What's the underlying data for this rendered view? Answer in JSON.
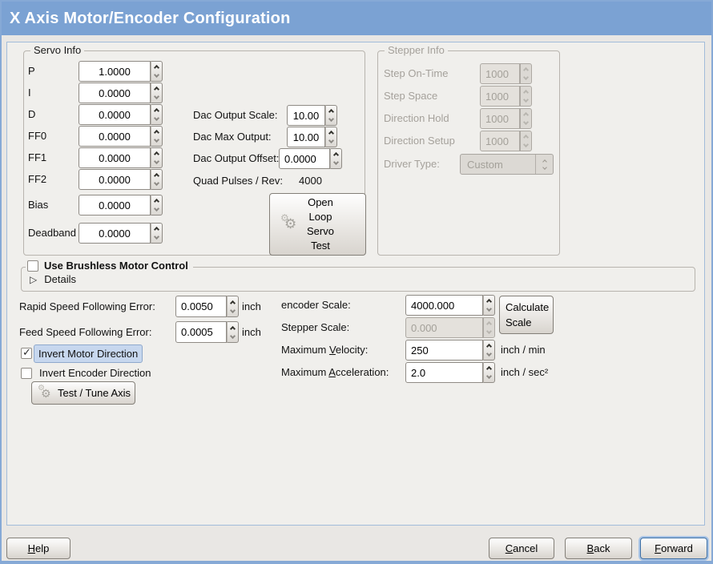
{
  "window": {
    "title": "X Axis Motor/Encoder Configuration"
  },
  "colors": {
    "titlebar_blue": "#7ba2d3",
    "window_border_blue": "#86a9d6",
    "panel_bg": "#f0efec",
    "focus_ring_blue": "#a8c4e6",
    "selection_highlight_blue": "#c7d7ee"
  },
  "icons": {
    "gears": "⚙",
    "check": "✓",
    "expander": "▷"
  },
  "servo_info": {
    "legend": "Servo Info",
    "rows": [
      {
        "label": "P",
        "value": "1.0000"
      },
      {
        "label": "I",
        "value": "0.0000"
      },
      {
        "label": "D",
        "value": "0.0000"
      },
      {
        "label": "FF0",
        "value": "0.0000"
      },
      {
        "label": "FF1",
        "value": "0.0000"
      },
      {
        "label": "FF2",
        "value": "0.0000"
      },
      {
        "label": "Bias",
        "value": "0.0000"
      },
      {
        "label": "Deadband",
        "value": "0.0000"
      }
    ],
    "dac_output_scale": {
      "label": "Dac Output Scale:",
      "value": "10.00"
    },
    "dac_max_output": {
      "label": "Dac Max Output:",
      "value": "10.00"
    },
    "dac_output_offset": {
      "label": "Dac Output Offset:",
      "value": "0.0000"
    },
    "quad_pulses": {
      "label": "Quad Pulses / Rev:",
      "value": "4000"
    },
    "open_loop_button": {
      "l1": "Open",
      "l2": "Loop",
      "l3": "Servo",
      "l4": "Test"
    }
  },
  "stepper_info": {
    "legend": "Stepper Info",
    "rows": [
      {
        "label": "Step On-Time",
        "value": "1000"
      },
      {
        "label": "Step Space",
        "value": "1000"
      },
      {
        "label": "Direction Hold",
        "value": "1000"
      },
      {
        "label": "Direction Setup",
        "value": "1000"
      }
    ],
    "driver_type": {
      "label": "Driver Type:",
      "value": "Custom"
    }
  },
  "brushless": {
    "checkbox_label": "Use Brushless Motor Control",
    "details_label": "Details"
  },
  "following_error": {
    "rapid": {
      "label": "Rapid Speed Following Error:",
      "value": "0.0050",
      "unit": "inch"
    },
    "feed": {
      "label": "Feed Speed Following Error:",
      "value": "0.0005",
      "unit": "inch"
    }
  },
  "scaling": {
    "encoder_scale": {
      "label": "encoder Scale:",
      "value": "4000.000"
    },
    "calculate_button": {
      "l1": "Calculate",
      "l2": "Scale"
    },
    "stepper_scale": {
      "label": "Stepper Scale:",
      "value": "0.000"
    },
    "max_velocity": {
      "pre": "Maximum ",
      "mn": "V",
      "post": "elocity:",
      "value": "250",
      "unit": "inch / min"
    },
    "max_acceleration": {
      "pre": "Maximum ",
      "mn": "A",
      "post": "cceleration:",
      "value": "2.0",
      "unit": "inch / sec²"
    }
  },
  "direction": {
    "invert_motor": "Invert Motor Direction",
    "invert_encoder": "Invert Encoder Direction"
  },
  "test_tune_button": {
    "label": "Test / Tune Axis"
  },
  "footer": {
    "help": {
      "mn": "H",
      "post": "elp"
    },
    "cancel": {
      "mn": "C",
      "post": "ancel"
    },
    "back": {
      "mn": "B",
      "post": "ack"
    },
    "forward": {
      "mn": "F",
      "post": "orward"
    }
  }
}
